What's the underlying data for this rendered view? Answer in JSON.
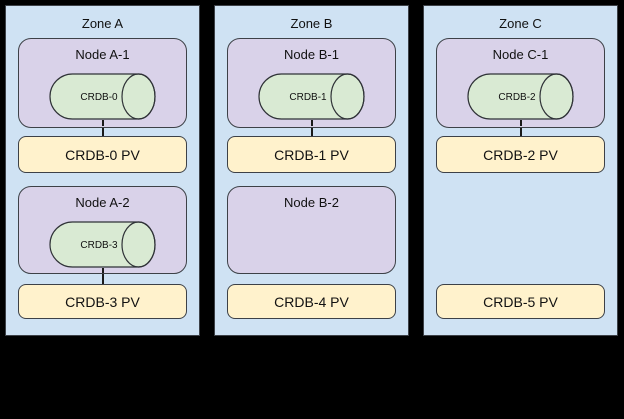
{
  "diagram": {
    "zones": [
      {
        "title": "Zone A",
        "rows": [
          {
            "node": "Node A-1",
            "disk": "CRDB-0",
            "pv": "CRDB-0 PV",
            "connected": true
          },
          {
            "node": "Node A-2",
            "disk": "CRDB-3",
            "pv": "CRDB-3 PV",
            "connected": true
          }
        ]
      },
      {
        "title": "Zone B",
        "rows": [
          {
            "node": "Node B-1",
            "disk": "CRDB-1",
            "pv": "CRDB-1 PV",
            "connected": true
          },
          {
            "node": "Node B-2",
            "disk": null,
            "pv": "CRDB-4 PV",
            "connected": false
          }
        ]
      },
      {
        "title": "Zone C",
        "rows": [
          {
            "node": "Node C-1",
            "disk": "CRDB-2",
            "pv": "CRDB-2 PV",
            "connected": true
          },
          {
            "node": null,
            "disk": null,
            "pv": "CRDB-5 PV",
            "connected": false
          }
        ]
      }
    ],
    "colors": {
      "background": "#000000",
      "zone_fill": "#cfe2f3",
      "node_fill": "#d9d2e9",
      "disk_fill": "#d9ead3",
      "pv_fill": "#fff2cc",
      "border": "#3d4147"
    }
  }
}
